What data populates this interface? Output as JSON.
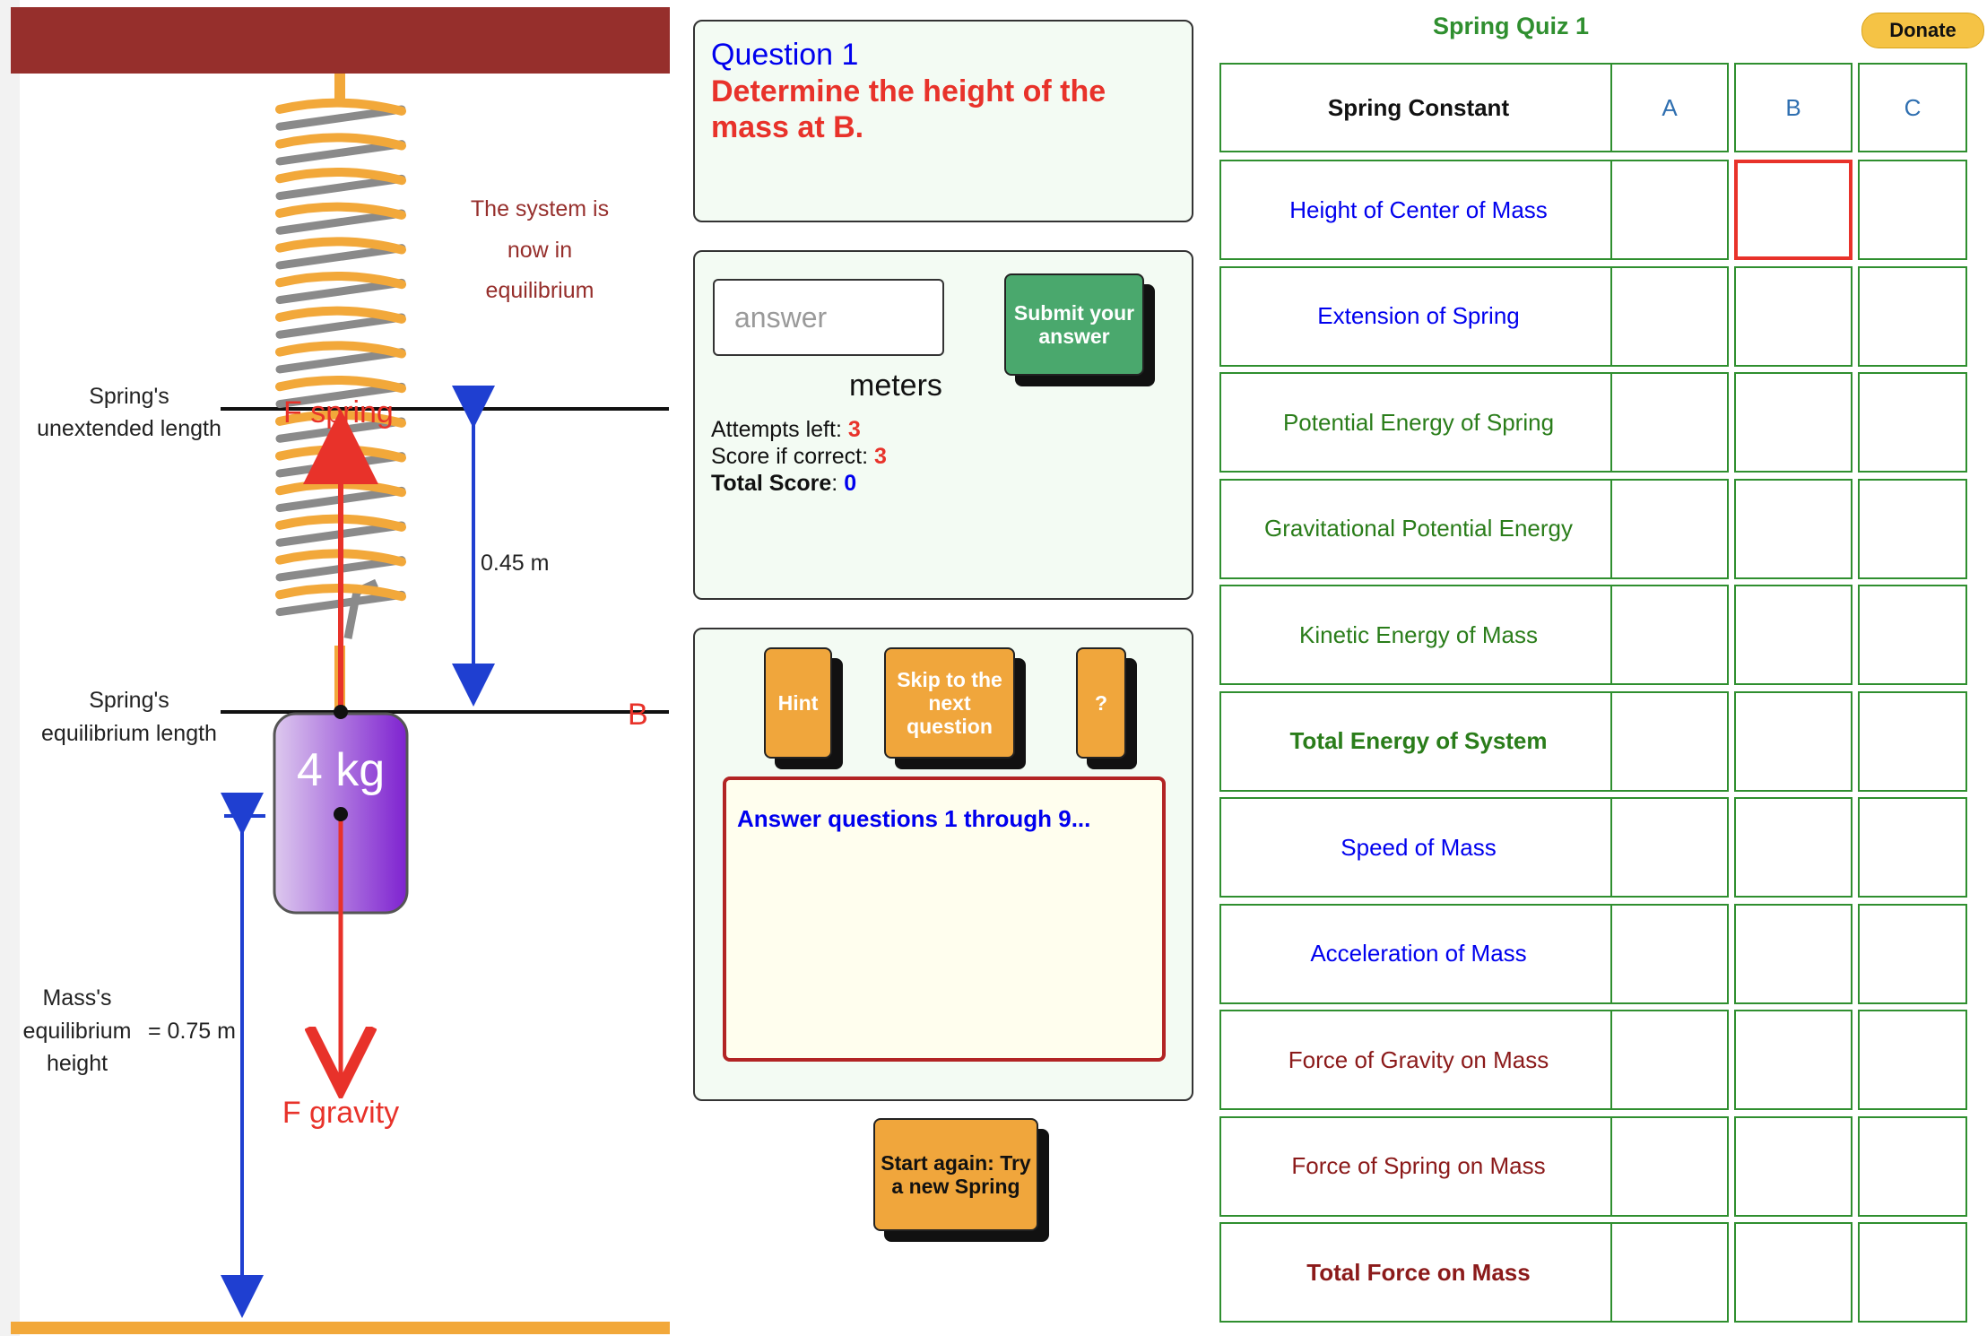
{
  "simulation": {
    "mass_label": "4 kg",
    "equilibrium_note": [
      "The system is",
      "now in",
      "equilibrium"
    ],
    "unextended_label": [
      "Spring's",
      "unextended length"
    ],
    "equilibrium_label": [
      "Spring's",
      "equilibrium length"
    ],
    "mass_height_label": [
      "Mass's",
      "equilibrium",
      "height"
    ],
    "mass_height_value": "= 0.75 m",
    "extension_value": "0.45 m",
    "f_spring_label": "F spring",
    "f_gravity_label": "F gravity",
    "point_label": "B",
    "colors": {
      "ceiling": "#962f2c",
      "spring_front": "#f2a83a",
      "spring_back": "#8a8a8a",
      "force_arrow": "#e8322a",
      "dimension_arrow": "#1f3fd1",
      "mass_gradient_start": "#ddc9ee",
      "mass_gradient_end": "#7e22d0",
      "floor": "#f2a83a"
    }
  },
  "question": {
    "number": "Question 1",
    "text": "Determine the height of the mass at B."
  },
  "answer": {
    "placeholder": "answer",
    "units": "meters",
    "submit_label": "Submit your answer",
    "attempts_label": "Attempts left: ",
    "attempts_value": "3",
    "score_label": "Score if correct: ",
    "score_value": "3",
    "total_label": "Total Score",
    "total_value": "0"
  },
  "controls": {
    "hint_label": "Hint",
    "skip_label": "Skip to the next question",
    "help_label": "?",
    "message": "Answer questions 1 through 9...",
    "restart_label": "Start again: Try a new Spring"
  },
  "quiz": {
    "title": "Spring Quiz 1",
    "donate_label": "Donate",
    "header": "Spring Constant",
    "columns": [
      "A",
      "B",
      "C"
    ],
    "selected": {
      "row": 0,
      "col": 1
    },
    "rows": [
      {
        "label": "Height of Center of Mass",
        "color": "#0000ee",
        "bold": false
      },
      {
        "label": "Extension of Spring",
        "color": "#0000ee",
        "bold": false
      },
      {
        "label": "Potential Energy of Spring",
        "color": "#2a7d1a",
        "bold": false
      },
      {
        "label": "Gravitational Potential Energy",
        "color": "#2a7d1a",
        "bold": false
      },
      {
        "label": "Kinetic Energy of Mass",
        "color": "#2a7d1a",
        "bold": false
      },
      {
        "label": "Total Energy of System",
        "color": "#2a7d1a",
        "bold": true
      },
      {
        "label": "Speed of Mass",
        "color": "#0000ee",
        "bold": false
      },
      {
        "label": "Acceleration of Mass",
        "color": "#0000ee",
        "bold": false
      },
      {
        "label": "Force of Gravity on Mass",
        "color": "#8b1a1a",
        "bold": false
      },
      {
        "label": "Force of Spring on Mass",
        "color": "#8b1a1a",
        "bold": false
      },
      {
        "label": "Total Force on Mass",
        "color": "#8b1a1a",
        "bold": true
      }
    ]
  }
}
